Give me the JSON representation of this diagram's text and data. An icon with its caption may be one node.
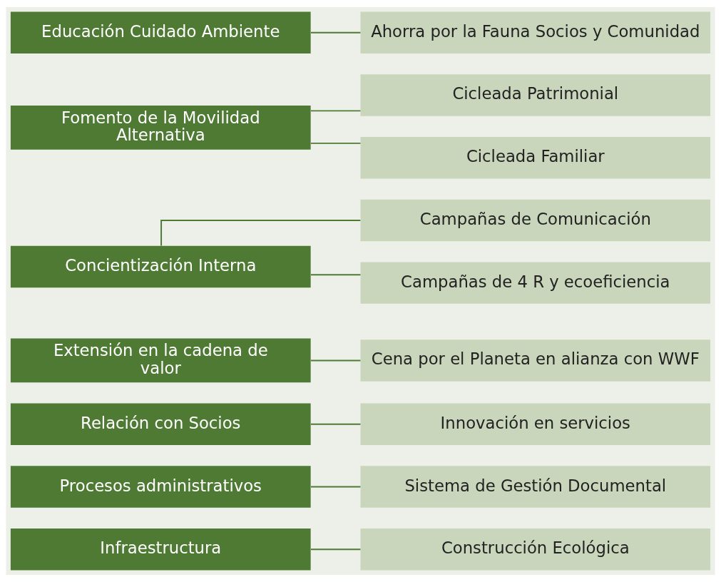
{
  "diagram": {
    "nodes": [
      {
        "text": [
          "Infraestructura"
        ]
      },
      {
        "text": [
          "Construcción Ecológica"
        ]
      },
      {
        "text": [
          "Procesos administrativos"
        ]
      },
      {
        "text": [
          "Sistema de Gestión Documental"
        ]
      },
      {
        "text": [
          "Relación con Socios"
        ]
      },
      {
        "text": [
          "Innovación en servicios"
        ]
      },
      {
        "text": [
          "Extensión en la cadena de valor"
        ]
      },
      {
        "text": [
          "Cena por el Planeta en alianza con WWF"
        ]
      },
      {
        "text": [
          "Concientización Interna"
        ]
      },
      {
        "text": [
          "Campañas de Comunicación"
        ]
      },
      {
        "text": [
          "Campañas de 4 R y ecoeficiencia"
        ]
      },
      {
        "text": [
          "Fomento de la Movilidad Alternativa"
        ]
      },
      {
        "text": [
          "Cicleada Patrimonial"
        ]
      },
      {
        "text": [
          "Cicleada Familiar"
        ]
      },
      {
        "text": [
          "Educación Cuidado Ambiente"
        ]
      },
      {
        "text": [
          "Ahorra por la Fauna Socios y Comunidad"
        ]
      }
    ],
    "edges": [
      {
        "from": 0,
        "to": 1,
        "arrow": "none"
      },
      {
        "from": 2,
        "to": 3,
        "arrow": "none"
      },
      {
        "from": 4,
        "to": 5,
        "arrow": "none"
      },
      {
        "from": 6,
        "to": 7,
        "arrow": "none"
      },
      {
        "from": 8,
        "to": 9,
        "arrow": "none"
      },
      {
        "from": 8,
        "to": 10,
        "arrow": "none"
      },
      {
        "from": 11,
        "to": 12,
        "arrow": "none"
      },
      {
        "from": 11,
        "to": 13,
        "arrow": "none"
      },
      {
        "from": 14,
        "to": 15,
        "arrow": "none"
      }
    ]
  }
}
